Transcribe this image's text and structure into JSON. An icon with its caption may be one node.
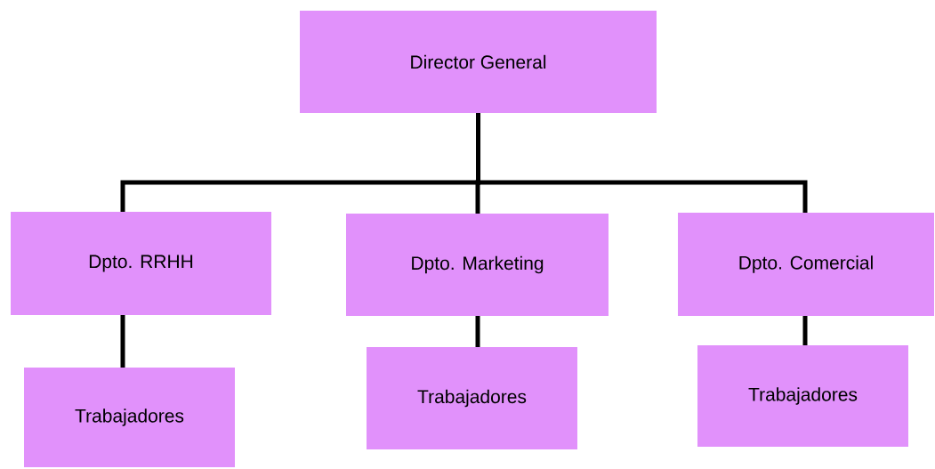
{
  "diagram": {
    "nodes": [
      {
        "text": [
          "Director General"
        ]
      },
      {
        "text": [
          "Dpto. RRHH"
        ]
      },
      {
        "text": [
          "Dpto. Marketing"
        ]
      },
      {
        "text": [
          "Dpto. Comercial"
        ]
      },
      {
        "text": [
          "Trabajadores"
        ]
      },
      {
        "text": [
          "Trabajadores"
        ]
      },
      {
        "text": [
          "Trabajadores"
        ]
      }
    ],
    "edges": [
      {
        "from": 0,
        "to": 1,
        "arrow": "none"
      },
      {
        "from": 0,
        "to": 2,
        "arrow": "none"
      },
      {
        "from": 0,
        "to": 3,
        "arrow": "none"
      },
      {
        "from": 1,
        "to": 4,
        "arrow": "none"
      },
      {
        "from": 2,
        "to": 5,
        "arrow": "none"
      },
      {
        "from": 3,
        "to": 6,
        "arrow": "none"
      }
    ]
  }
}
